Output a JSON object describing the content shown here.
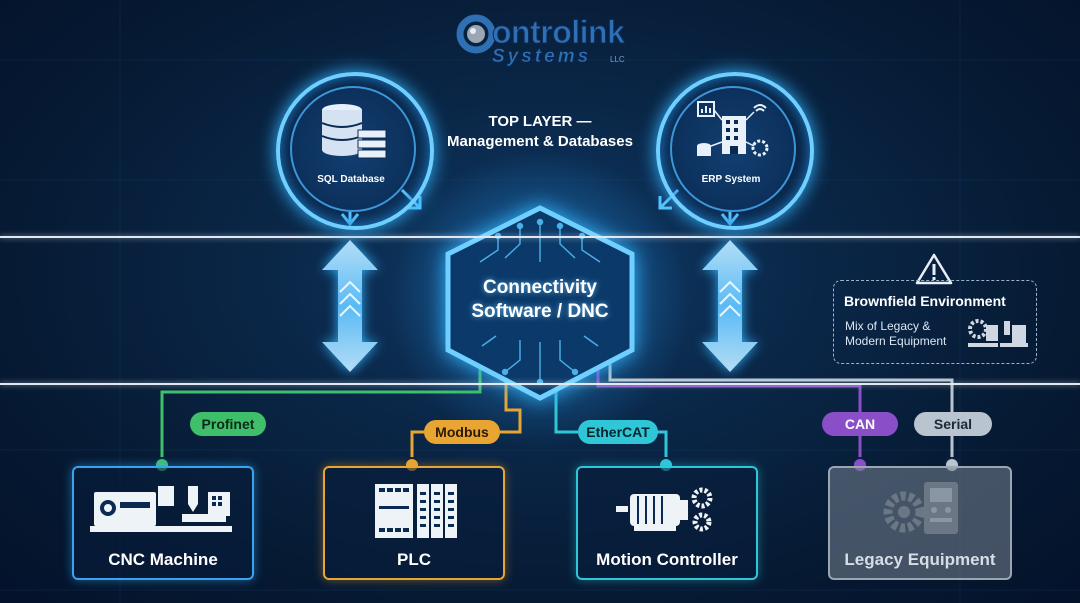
{
  "logo": {
    "word": "ontrolink",
    "sub": "Systems",
    "llc": "LLC"
  },
  "top_layer": {
    "line1": "TOP LAYER —",
    "line2": "Management & Databases"
  },
  "sql": {
    "label": "SQL Database"
  },
  "erp": {
    "label": "ERP System"
  },
  "hub": {
    "line1": "Connectivity",
    "line2": "Software / DNC"
  },
  "brownfield": {
    "title": "Brownfield Environment",
    "line1": "Mix of Legacy &",
    "line2": "Modern Equipment"
  },
  "protocols": {
    "profinet": "Profinet",
    "modbus": "Modbus",
    "ethercat": "EtherCAT",
    "can": "CAN",
    "serial": "Serial"
  },
  "devices": {
    "cnc": "CNC Machine",
    "plc": "PLC",
    "motion": "Motion Controller",
    "legacy": "Legacy Equipment"
  },
  "colors": {
    "profinet": "#3fbf6a",
    "modbus": "#e8a531",
    "ethercat": "#2fc6d8",
    "can": "#8a4fc8",
    "serial": "#b9c4cf",
    "glow": "#33b4ff"
  }
}
